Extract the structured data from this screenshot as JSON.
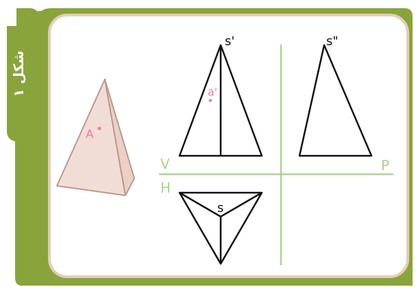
{
  "figure_caption": "شکل ۱",
  "pyramid_3d": {
    "point_label": "A"
  },
  "views": {
    "front": {
      "apex_label": "s'",
      "point_label": "a'"
    },
    "side": {
      "apex_label": "s\""
    },
    "top": {
      "apex_label": "s"
    }
  },
  "planes": {
    "vertical": "V",
    "profile": "P",
    "horizontal": "H"
  },
  "colors": {
    "frame_green": "#8aa43c",
    "frame_green_light": "#b7c96a",
    "panel_border": "#e2cdb8",
    "pyramid_fill": "#f2ddd6",
    "pyramid_edge": "#b79a8e",
    "point_pink": "#f27aa8",
    "axis_green": "#a9d68a",
    "line_black": "#111111",
    "caption_text": "#ffffff"
  }
}
